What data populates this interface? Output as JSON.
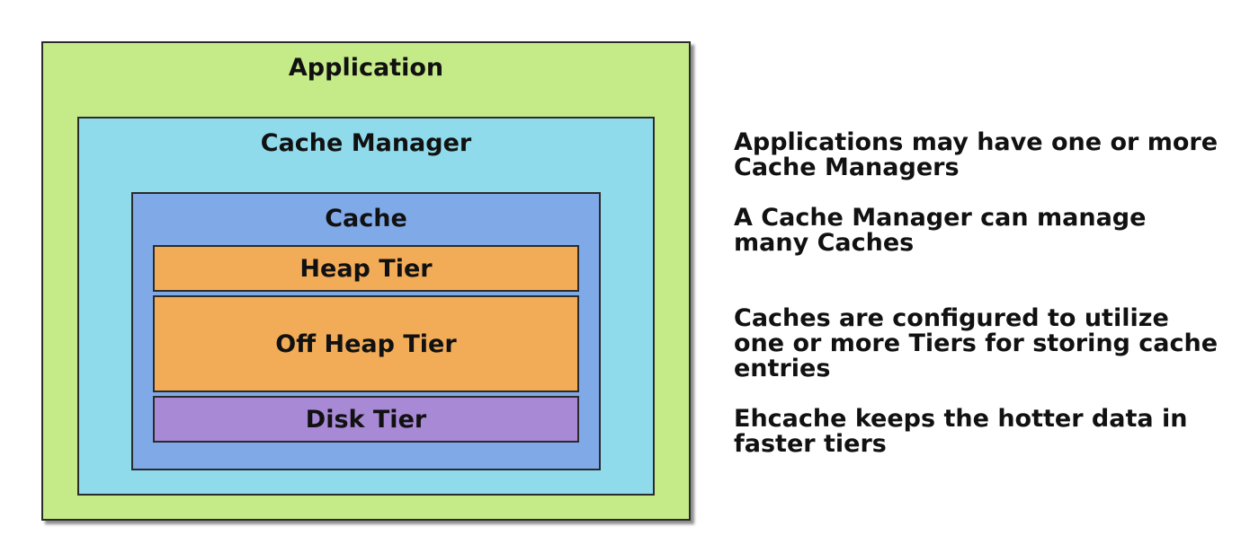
{
  "diagram": {
    "application": {
      "label": "Application",
      "color": "#c5ea88"
    },
    "cache_manager": {
      "label": "Cache Manager",
      "color": "#8fdaeb"
    },
    "cache": {
      "label": "Cache",
      "color": "#80a9e8"
    },
    "tiers": [
      {
        "label": "Heap Tier",
        "color": "#f2ac58"
      },
      {
        "label": "Off Heap Tier",
        "color": "#f2ac58"
      },
      {
        "label": "Disk Tier",
        "color": "#a889d6"
      }
    ]
  },
  "notes": [
    "Applications may have one or more Cache Managers",
    "A Cache Manager can manage many Caches",
    "Caches are configured to utilize one or more Tiers for storing cache entries",
    "Ehcache keeps the hotter data in faster tiers"
  ]
}
